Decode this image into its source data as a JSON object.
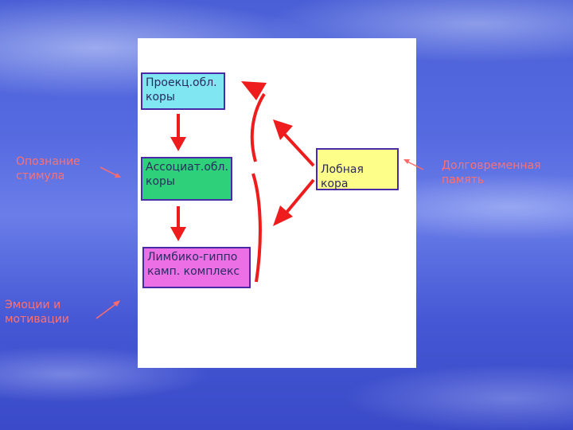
{
  "diagram": {
    "boxes": {
      "projection": {
        "line1": "Проекц.обл.",
        "line2": "коры"
      },
      "association": {
        "line1": "Ассоциат.обл.",
        "line2": "коры"
      },
      "limbic": {
        "line1": "Лимбико-гиппо",
        "line2": "камп. комплекс"
      },
      "frontal": {
        "label": "Лобная кора"
      }
    },
    "side_labels": {
      "stimulus": {
        "line1": "Опознание",
        "line2": "стимула"
      },
      "memory": {
        "line1": "Долговременная",
        "line2": "память"
      },
      "emotion": {
        "line1": "Эмоции и",
        "line2": "мотивации"
      }
    },
    "colors": {
      "arrow": "#ee1c1c",
      "label_arrow": "#ff6b6b",
      "projection_box": "#7fe6f2",
      "association_box": "#2fd07a",
      "limbic_box": "#ec6fe6",
      "frontal_box": "#fdfd8a"
    }
  }
}
